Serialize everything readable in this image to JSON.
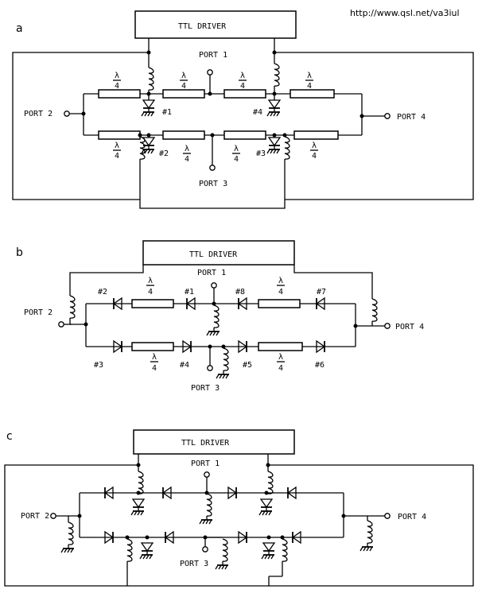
{
  "source_url": "http://www.qsl.net/va3iul",
  "panels": {
    "a": {
      "label": "a",
      "driver": "TTL DRIVER",
      "ports": [
        "PORT 1",
        "PORT 2",
        "PORT 3",
        "PORT 4"
      ],
      "diode_labels": [
        "#1",
        "#2",
        "#3",
        "#4"
      ],
      "line_label_num": "λ",
      "line_label_den": "4"
    },
    "b": {
      "label": "b",
      "driver": "TTL DRIVER",
      "ports": [
        "PORT 1",
        "PORT 2",
        "PORT 3",
        "PORT 4"
      ],
      "diode_labels": [
        "#1",
        "#2",
        "#3",
        "#4",
        "#5",
        "#6",
        "#7",
        "#8"
      ],
      "line_label_num": "λ",
      "line_label_den": "4"
    },
    "c": {
      "label": "c",
      "driver": "TTL DRIVER",
      "ports": [
        "PORT 1",
        "PORT 2",
        "PORT 3",
        "PORT 4"
      ]
    }
  }
}
